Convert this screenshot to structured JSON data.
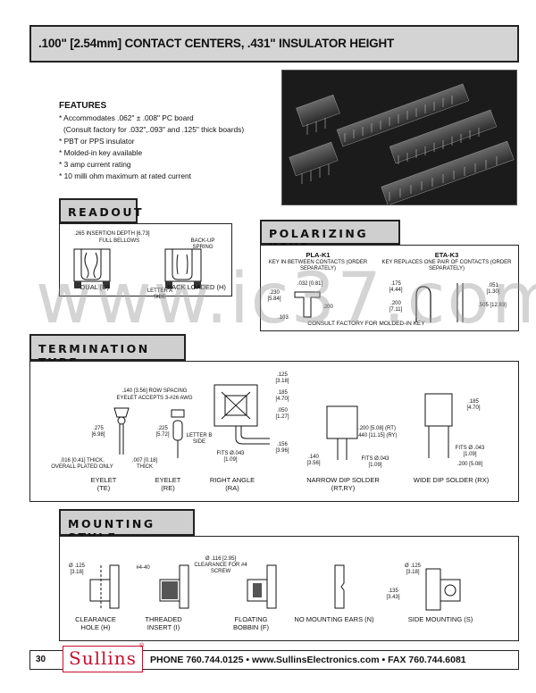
{
  "header": {
    "title": ".100\" [2.54mm] CONTACT CENTERS, .431\" INSULATOR HEIGHT"
  },
  "features": {
    "heading": "FEATURES",
    "items": [
      "* Accommodates .062\" ± .008\" PC board",
      "(Consult factory for .032\",.093\" and .125\" thick boards)",
      "* PBT or PPS insulator",
      "* Molded-in key available",
      "* 3 amp current rating",
      "* 10 milli ohm maximum at rated current"
    ]
  },
  "readout": {
    "heading": "READOUT",
    "labels": {
      "insertion": ".265 INSERTION DEPTH [6.73]",
      "bellows": "FULL BELLOWS",
      "backup": "BACK-UP SPRING",
      "letter": "LETTER A SIDE",
      "dual": "DUAL (D)",
      "loaded": "BACK LOADED (H)"
    }
  },
  "polarizing": {
    "heading": "POLARIZING KEYS",
    "pla_title": "PLA-K1",
    "pla_sub": "KEY IN BETWEEN CONTACTS (ORDER SEPARATELY)",
    "eta_title": "ETA-K3",
    "eta_sub": "KEY REPLACES ONE PAIR OF CONTACTS (ORDER SEPARATELY)",
    "dims": {
      "d032": ".032 [0.81]",
      "d230": ".230 [5.84]",
      "d200": ".200",
      "d103": ".103",
      "d175": ".175 [4.44]",
      "d051": ".051 [1.30]",
      "d200b": ".200 [7.11]",
      "d505": ".505 [12.83]"
    },
    "note": "CONSULT FACTORY FOR MOLDED-IN KEY"
  },
  "termination": {
    "heading": "TERMINATION TYPE",
    "labels": {
      "row": ".140 [3.56] ROW SPACING",
      "eyelet_accepts": "EYELET ACCEPTS 3-#26 AWG",
      "d275": ".275 [6.98]",
      "d225": ".225 [5.72]",
      "d016": ".016 [0.41] THICK, OVERALL PLATED ONLY",
      "d007": ".007 [0.18] THICK",
      "d125": ".125 [3.18]",
      "d185": ".185 [4.70]",
      "d050": ".050 [1.27]",
      "d156": ".156 [3.96]",
      "letterb": "LETTER B SIDE",
      "fits043": "FITS Ø.043 [1.09]",
      "d200rt": ".200 [5.08] (RT)",
      "d440ry": ".440 [11.15] (RY)",
      "d140": ".140 [3.56]",
      "fits043b": "FITS Ø.043 [1.09]",
      "d185b": ".185 [4.70]",
      "fits043c": "FITS Ø .043 [1.09]",
      "d200c": ".200 [5.08]"
    },
    "captions": [
      "EYELET (TE)",
      "EYELET (RE)",
      "RIGHT ANGLE (RA)",
      "NARROW DIP SOLDER (RT,RY)",
      "WIDE DIP SOLDER (RX)"
    ]
  },
  "mounting": {
    "heading": "MOUNTING STYLE",
    "labels": {
      "d125": "Ø .125 [3.18]",
      "d440": "#4-40",
      "d116": "Ø .116 [2.95] CLEARANCE FOR #4 SCREW",
      "d125b": "Ø .125 [3.18]",
      "d135": ".135 [3.43]"
    },
    "captions": [
      "CLEARANCE HOLE (H)",
      "THREADED INSERT (I)",
      "FLOATING BOBBIN (F)",
      "NO MOUNTING EARS (N)",
      "SIDE MOUNTING (S)"
    ]
  },
  "footer": {
    "page": "30",
    "brand": "Sullins",
    "reg": "®",
    "contact": "PHONE 760.744.0125  •  www.SullinsElectronics.com  •  FAX 760.744.6081"
  },
  "watermark": "www.ic37.com",
  "colors": {
    "brand": "#c8102e",
    "tab_bg": "#cfcfcf",
    "title_bg": "#d4d4d4"
  }
}
